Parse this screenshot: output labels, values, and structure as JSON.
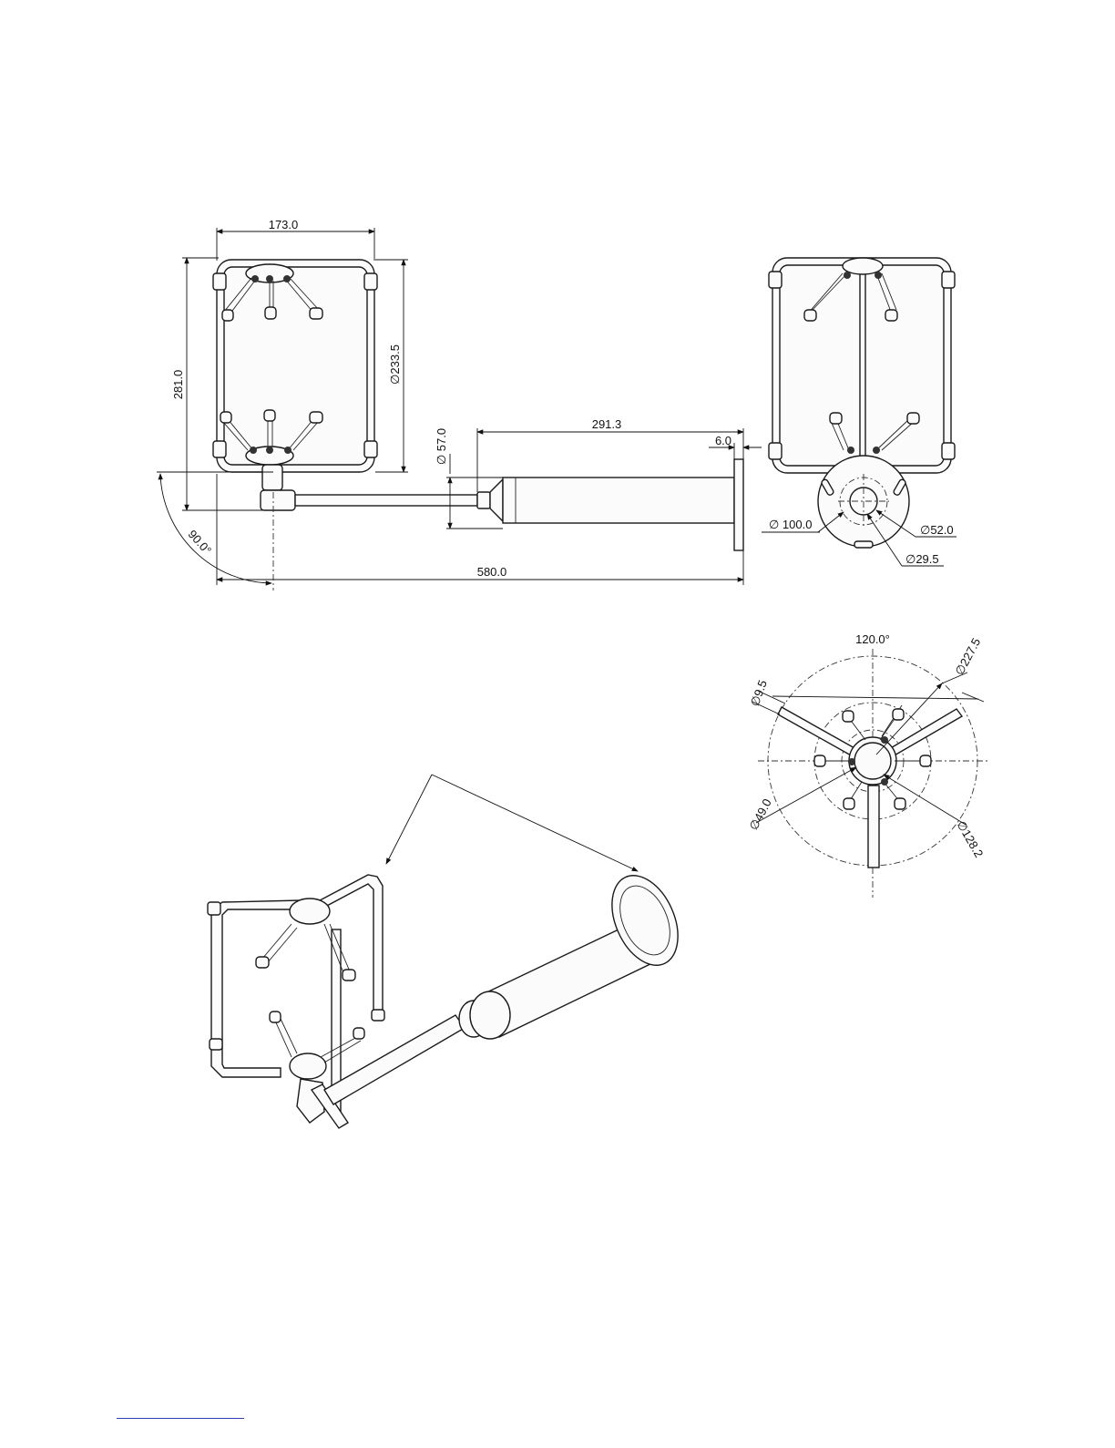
{
  "dimensions": {
    "width_top": "173.0",
    "height_side": "281.0",
    "frame_diameter": "∅233.5",
    "boom_diameter": "∅ 57.0",
    "boom_length": "291.3",
    "flange_thickness": "6.0",
    "total_length": "580.0",
    "angle_side": "90.0°",
    "flange_diameter": "∅ 100.0",
    "bolt_circle": "∅52.0",
    "center_hole": "∅29.5",
    "angle_top": "120.0°",
    "outer_diameter": "∅227.5",
    "arm_diameter": "∅9.5",
    "hub_diameter": "∅49.0",
    "transducer_circle": "∅128.2"
  },
  "colors": {
    "line": "#1a1a1a",
    "footer_link": "#2f3fb0"
  }
}
